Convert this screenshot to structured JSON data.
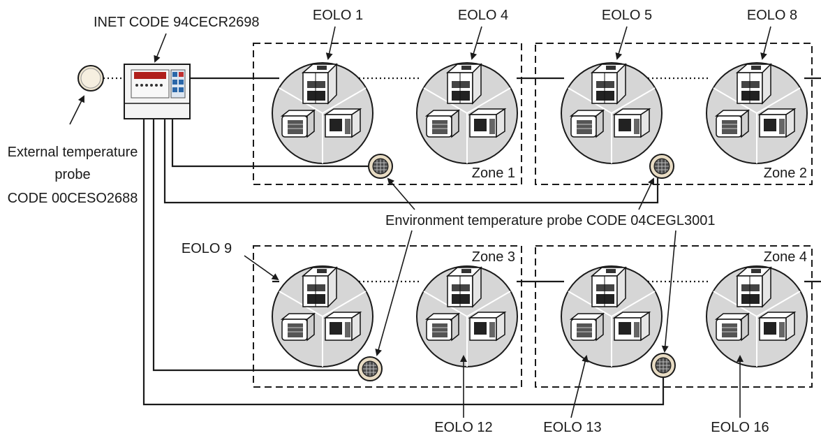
{
  "labels": {
    "inet_code": "INET CODE 94CECR2698",
    "ext_probe_line1": "External temperature",
    "ext_probe_line2": "probe",
    "ext_probe_line3": "CODE 00CESO2688",
    "env_probe": "Environment temperature probe CODE 04CEGL3001"
  },
  "units": {
    "eolo1": "EOLO 1",
    "eolo4": "EOLO 4",
    "eolo5": "EOLO 5",
    "eolo8": "EOLO 8",
    "eolo9": "EOLO 9",
    "eolo12": "EOLO 12",
    "eolo13": "EOLO 13",
    "eolo16": "EOLO 16"
  },
  "zones": {
    "zone1": "Zone 1",
    "zone2": "Zone 2",
    "zone3": "Zone 3",
    "zone4": "Zone 4"
  },
  "colors": {
    "line": "#1a1a1a",
    "circle_fill": "#d9d9d9",
    "probe_outer": "#e8dcc4",
    "panel_display": "#b0201c",
    "panel_button": "#2a66a8"
  }
}
